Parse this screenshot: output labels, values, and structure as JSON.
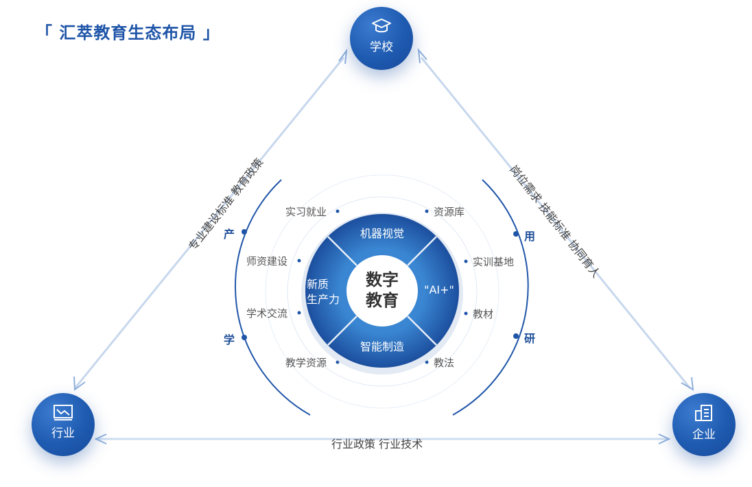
{
  "title": "「 汇萃教育生态布局 」",
  "nodes": {
    "school": "学校",
    "industry": "行业",
    "enterprise": "企业"
  },
  "edges": {
    "left": "专业建设标准    教育政策",
    "right": "岗位需求  技能标准  协同育人",
    "bottom": "行业政策 行业技术"
  },
  "center": {
    "line1": "数字",
    "line2": "教育"
  },
  "ring": {
    "top": "机器视觉",
    "right": "\"AI+\"",
    "bottom": "智能制造",
    "left_line1": "新质",
    "left_line2": "生产力"
  },
  "side_labels": {
    "chan": "产",
    "xue": "学",
    "yong": "用",
    "yan": "研"
  },
  "outer_labels": {
    "shixi": "实习就业",
    "shizi": "师资建设",
    "xueshu": "学术交流",
    "jiaoxue": "教学资源",
    "ziyuan": "资源库",
    "shixun": "实训基地",
    "jiaocai": "教材",
    "jiaofa": "教法"
  },
  "colors": {
    "primary": "#1f55a8",
    "ring_dark": "#1c4f9e",
    "ring_light": "#3a86d2"
  }
}
